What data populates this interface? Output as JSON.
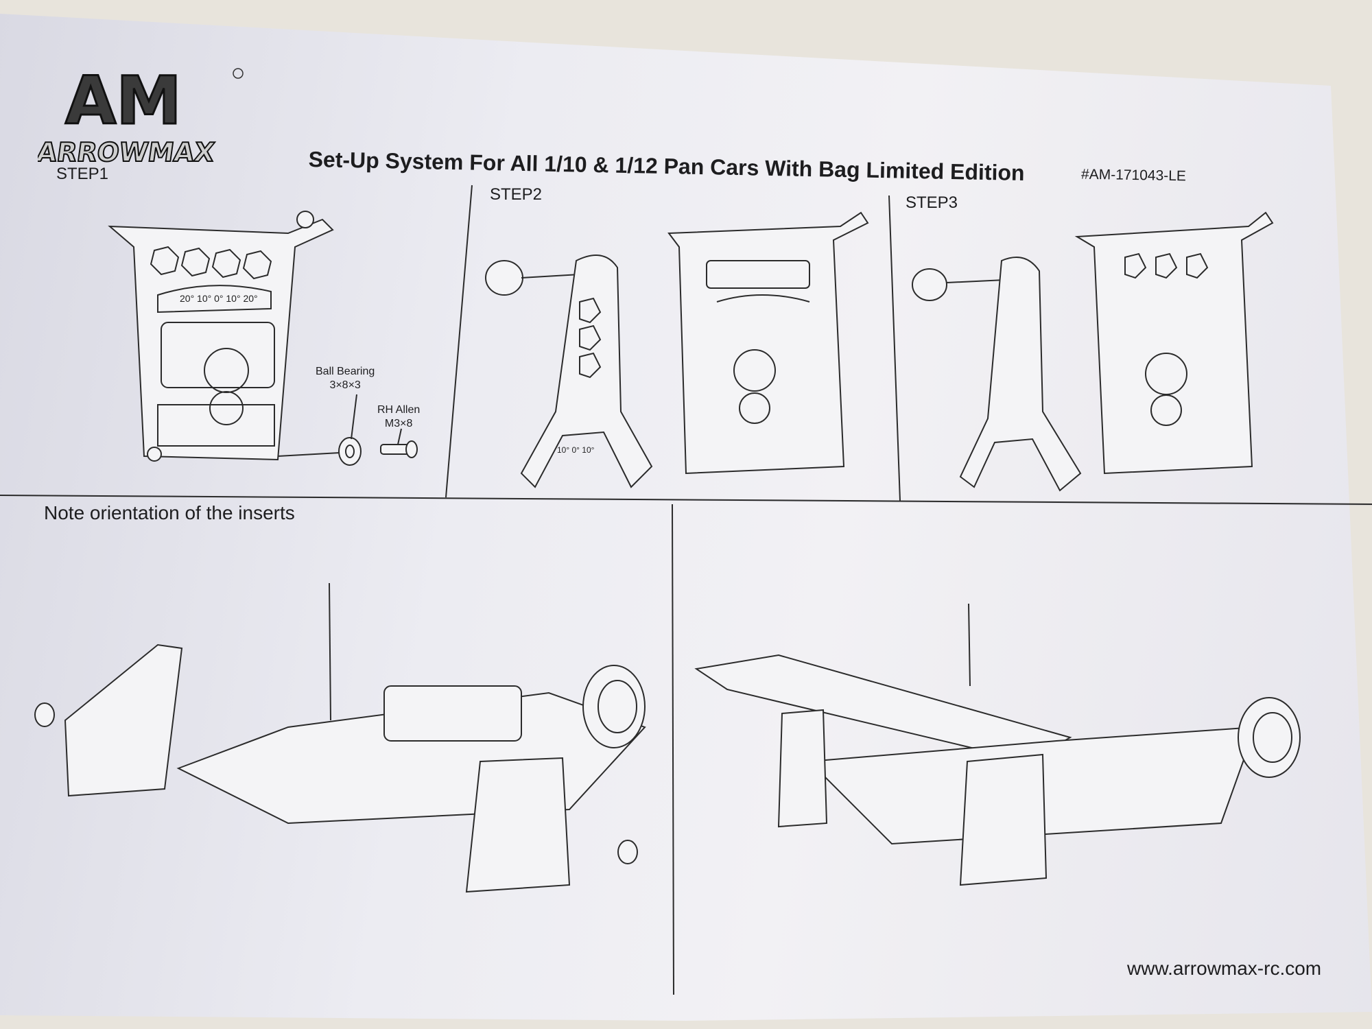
{
  "header": {
    "logo_mark": "AM",
    "logo_word": "ARROWMAX",
    "title": "Set-Up System For All 1/10 & 1/12 Pan Cars With Bag Limited Edition",
    "part_number": "#AM-171043-LE"
  },
  "steps": [
    {
      "label": "STEP1"
    },
    {
      "label": "STEP2"
    },
    {
      "label": "STEP3"
    }
  ],
  "callouts": {
    "ball_bearing": {
      "name": "Ball Bearing",
      "size": "3×8×3"
    },
    "rh_allen": {
      "name": "RH Allen",
      "size": "M3×8"
    }
  },
  "scale_labels": {
    "wide": "20° 10° 0° 10° 20°",
    "narrow": "10° 0° 10°"
  },
  "note": "Note orientation of the inserts",
  "footer": {
    "url": "www.arrowmax-rc.com"
  }
}
